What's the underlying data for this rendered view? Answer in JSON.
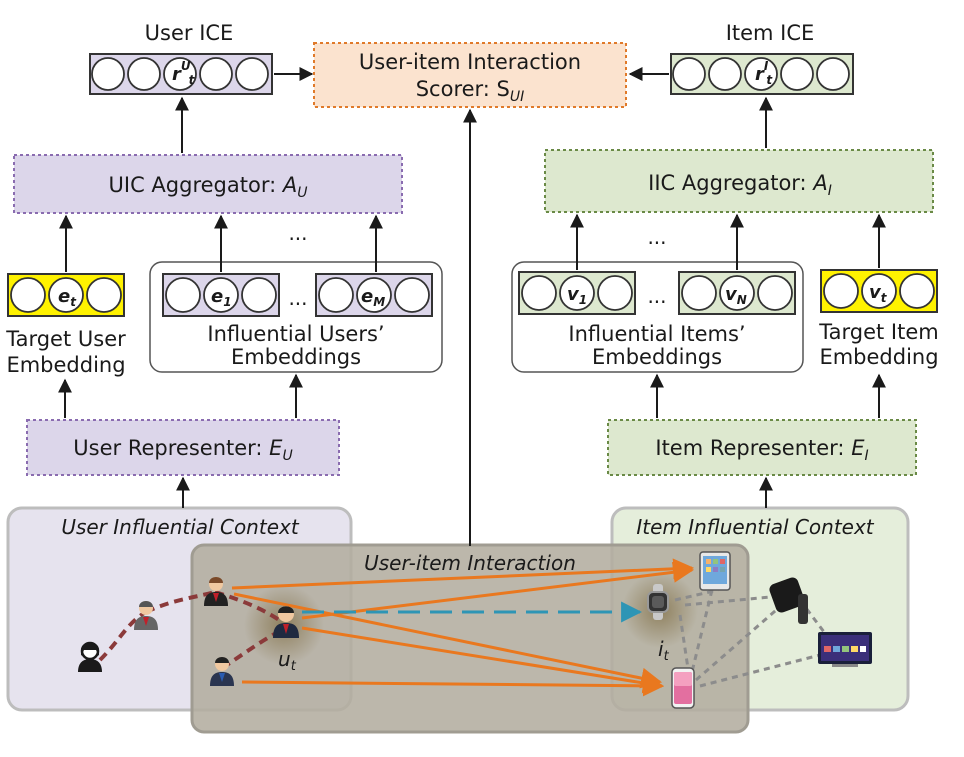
{
  "scorer": {
    "line1": "User-item Interaction",
    "line2_prefix": "Scorer: S",
    "line2_sub": "UI"
  },
  "user_ice": {
    "title": "User ICE",
    "symbol": "r",
    "sup": "U",
    "sub": "t"
  },
  "item_ice": {
    "title": "Item ICE",
    "symbol": "r",
    "sup": "I",
    "sub": "t"
  },
  "uic_aggregator": {
    "prefix": "UIC Aggregator: ",
    "symbol": "A",
    "sub": "U"
  },
  "iic_aggregator": {
    "prefix": "IIC Aggregator: ",
    "symbol": "A",
    "sub": "I"
  },
  "ellipsis": "...",
  "target_user": {
    "symbol": "e",
    "sub": "t",
    "label_line1": "Target User",
    "label_line2": "Embedding"
  },
  "target_item": {
    "symbol": "v",
    "sub": "t",
    "label_line1": "Target Item",
    "label_line2": "Embedding"
  },
  "influential_users": {
    "first_symbol": "e",
    "first_sub": "1",
    "last_symbol": "e",
    "last_sub": "M",
    "label_line1": "Influential Users’",
    "label_line2": "Embeddings"
  },
  "influential_items": {
    "first_symbol": "v",
    "first_sub": "1",
    "last_symbol": "v",
    "last_sub": "N",
    "label_line1": "Influential Items’",
    "label_line2": "Embeddings"
  },
  "user_representer": {
    "prefix": "User Representer: ",
    "symbol": "E",
    "sub": "U"
  },
  "item_representer": {
    "prefix": "Item Representer: ",
    "symbol": "E",
    "sub": "I"
  },
  "user_context": {
    "title": "User Influential Context"
  },
  "item_context": {
    "title": "Item Influential Context"
  },
  "interaction": {
    "title": "User-item Interaction"
  },
  "target_user_node": {
    "symbol": "u",
    "sub": "t"
  },
  "target_item_node": {
    "symbol": "i",
    "sub": "t"
  },
  "colors": {
    "user_box": "#dcd6ea",
    "user_border": "#8a6cb0",
    "item_box": "#dde8cf",
    "item_border": "#6a8a46",
    "scorer_box": "#fbe3cf",
    "scorer_border": "#e07a2a",
    "target_fill": "#fff200",
    "edge_orange": "#e9781f",
    "edge_dashed_blue": "#2e95b5",
    "edge_user_social": "#8b3a3a",
    "edge_item_gray": "#8c8c8c"
  }
}
